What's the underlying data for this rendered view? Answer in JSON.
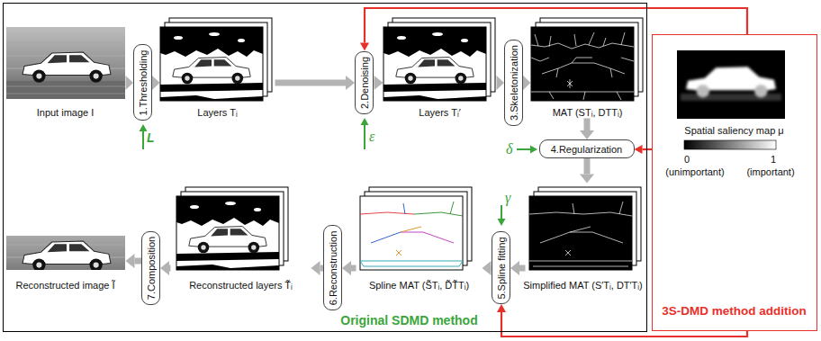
{
  "diagram": {
    "nodes": [
      {
        "text": [
          "Original SDMD method"
        ]
      },
      {
        "text": [
          "Input image I"
        ],
        "in": 0
      },
      {
        "text": [
          "1.Thresholding"
        ],
        "in": 0
      },
      {
        "text": [
          "Layers Tᵢ"
        ],
        "in": 0
      },
      {
        "text": [
          "2.Denoising"
        ],
        "in": 0
      },
      {
        "text": [
          "Layers Tᵢ′"
        ],
        "in": 0
      },
      {
        "text": [
          "3.Skeletonization"
        ],
        "in": 0
      },
      {
        "text": [
          "MAT (STᵢ, DTTᵢ)"
        ],
        "in": 0
      },
      {
        "text": [
          "4.Regularization"
        ],
        "in": 0
      },
      {
        "text": [
          "Simplified MAT (S′Tᵢ, DT′Tᵢ)"
        ],
        "in": 0
      },
      {
        "text": [
          "5.Spline fitting"
        ],
        "in": 0
      },
      {
        "text": [
          "Spline MAT (S̃Tᵢ, D̃T̃Tᵢ)"
        ],
        "in": 0
      },
      {
        "text": [
          "6.Reconstruction"
        ],
        "in": 0
      },
      {
        "text": [
          "Reconstructed layers T̃ᵢ"
        ],
        "in": 0
      },
      {
        "text": [
          "7.Composition"
        ],
        "in": 0
      },
      {
        "text": [
          "Reconstructed image Ĩ"
        ],
        "in": 0
      },
      {
        "text": [
          "3S-DMD method addition"
        ]
      },
      {
        "text": [
          "Spatial saliency map μ"
        ],
        "in": 16
      }
    ],
    "edges": [
      {
        "from": 1,
        "to": 2,
        "arrow": "to"
      },
      {
        "from": 2,
        "to": 3,
        "arrow": "to"
      },
      {
        "from": 3,
        "to": 4,
        "arrow": "to"
      },
      {
        "from": 4,
        "to": 5,
        "arrow": "to"
      },
      {
        "from": 5,
        "to": 6,
        "arrow": "to"
      },
      {
        "from": 6,
        "to": 7,
        "arrow": "to"
      },
      {
        "from": 7,
        "to": 8,
        "arrow": "to"
      },
      {
        "from": 8,
        "to": 9,
        "arrow": "to"
      },
      {
        "from": 9,
        "to": 10,
        "arrow": "to"
      },
      {
        "from": 10,
        "to": 11,
        "arrow": "to"
      },
      {
        "from": 11,
        "to": 12,
        "arrow": "to"
      },
      {
        "from": 12,
        "to": 13,
        "arrow": "to"
      },
      {
        "from": 13,
        "to": 14,
        "arrow": "to"
      },
      {
        "from": 14,
        "to": 15,
        "arrow": "to"
      },
      {
        "from": 16,
        "to": 4,
        "arrow": "to"
      },
      {
        "from": 16,
        "to": 8,
        "arrow": "to"
      },
      {
        "from": 16,
        "to": 10,
        "arrow": "to"
      }
    ],
    "labels": [
      "L",
      "ε",
      "δ",
      "γ",
      "0",
      "1",
      "(unimportant)",
      "(important)"
    ]
  }
}
